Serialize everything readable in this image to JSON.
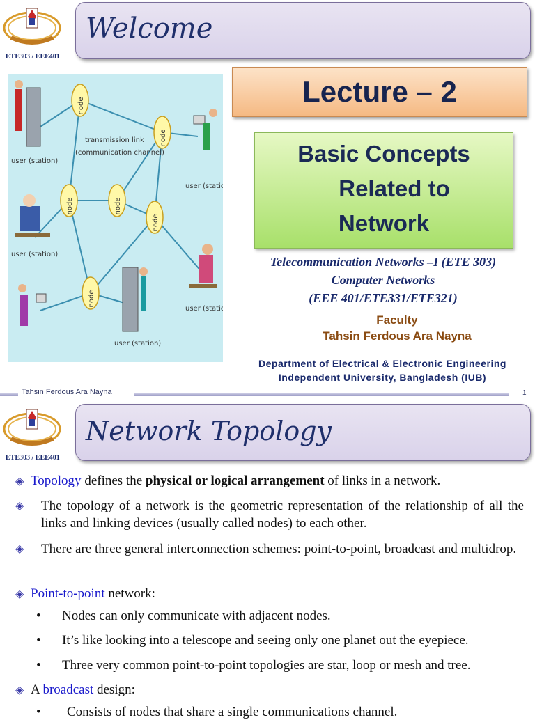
{
  "slide1": {
    "course_code": "ETE303 / EEE401",
    "welcome": "Welcome",
    "lecture": "Lecture – 2",
    "concept_lines": [
      "Basic Concepts",
      "Related to",
      "Network"
    ],
    "course_lines": [
      "Telecommunication Networks –I (ETE 303)",
      "Computer Networks",
      "(EEE 401/ETE331/ETE321)"
    ],
    "faculty_label": "Faculty",
    "faculty_name": "Tahsin Ferdous Ara Nayna",
    "dept_line1": "Department of Electrical & Electronic Engineering",
    "dept_line2": "Independent University, Bangladesh (IUB)",
    "footer_name": "Tahsin Ferdous Ara Nayna",
    "page_number": "1",
    "diagram": {
      "node_label": "node",
      "station_label": "user (station)",
      "link_label_1": "transmission link",
      "link_label_2": "(communication channel)"
    }
  },
  "slide2": {
    "course_code": "ETE303 / EEE401",
    "title": "Network Topology",
    "b1_term": "Topology",
    "b1_mid": " defines the ",
    "b1_bold": "physical or logical arrangement",
    "b1_end": " of links in a network.",
    "b2": "The topology of a network is the geometric representation of the relationship of all the links and linking devices (usually called nodes) to each other.",
    "b3": "There are three general interconnection schemes: point-to-point, broadcast and multidrop.",
    "b4_term": "Point-to-point",
    "b4_end": " network:",
    "sub1": "Nodes can only communicate with adjacent nodes.",
    "sub2": "It’s like looking into a telescope and seeing only one planet out the eyepiece.",
    "sub3": "Three very common point-to-point topologies are star, loop or mesh and tree.",
    "b5_start": "A ",
    "b5_term": "broadcast",
    "b5_end": " design:",
    "sub4": "Consists of nodes that share a single communications channel."
  },
  "colors": {
    "accent": "#1f2f6b",
    "term_blue": "#1a1acc",
    "faculty_brown": "#8a4b12"
  }
}
